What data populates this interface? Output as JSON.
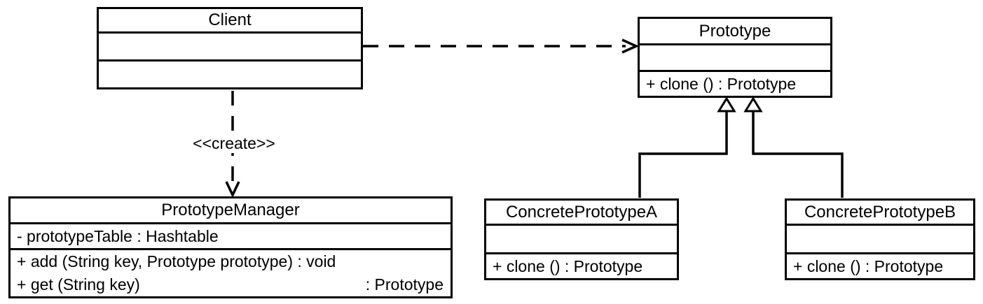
{
  "classes": {
    "client": {
      "name": "Client"
    },
    "prototype": {
      "name": "Prototype",
      "methods": {
        "clone": "+ clone () : Prototype"
      }
    },
    "prototype_manager": {
      "name": "PrototypeManager",
      "attributes": {
        "prototype_table": "- prototypeTable : Hashtable"
      },
      "methods": {
        "add": "+ add (String key, Prototype prototype) : void",
        "get_signature": "+ get (String key)",
        "get_return": ": Prototype"
      }
    },
    "concrete_prototype_a": {
      "name": "ConcretePrototypeA",
      "methods": {
        "clone": "+ clone () : Prototype"
      }
    },
    "concrete_prototype_b": {
      "name": "ConcretePrototypeB",
      "methods": {
        "clone": "+ clone () : Prototype"
      }
    }
  },
  "relationships": {
    "client_to_prototype": {
      "type": "dependency"
    },
    "client_to_prototype_manager": {
      "type": "dependency",
      "stereotype": "<<create>>"
    },
    "concrete_prototype_a_to_prototype": {
      "type": "generalization"
    },
    "concrete_prototype_b_to_prototype": {
      "type": "generalization"
    }
  },
  "colors": {
    "line": "#000000",
    "background": "#ffffff"
  }
}
